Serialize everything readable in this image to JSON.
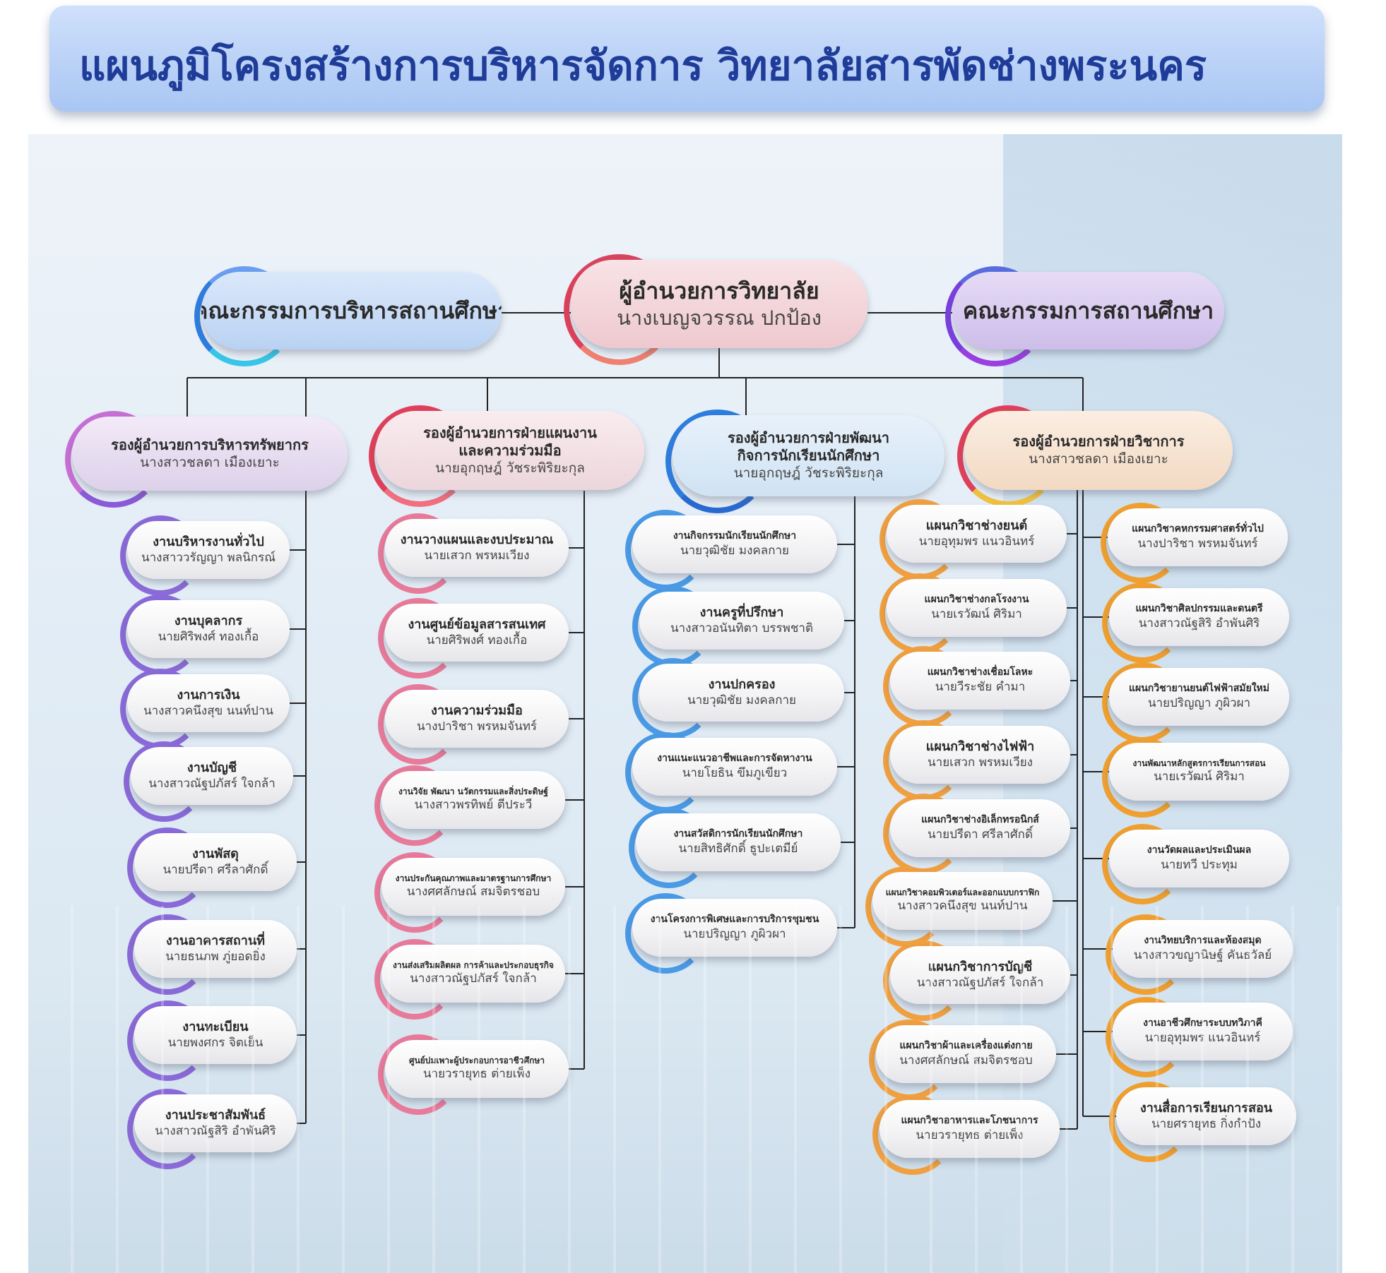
{
  "title": "แผนภูมิโครงสร้างการบริหารจัดการ วิทยาลัยสารพัดช่างพระนคร",
  "top": {
    "left_board": "คณะกรรมการบริหารสถานศึกษา",
    "director_title": "ผู้อำนวยการวิทยาลัย",
    "director_name": "นางเบญจวรรณ  ปกป้อง",
    "right_board": "คณะกรรมการสถานศึกษา"
  },
  "deputies": [
    {
      "title": "รองผู้อำนวยการบริหารทรัพยากร",
      "name": "นางสาวชลดา  เมืองเยาะ"
    },
    {
      "title": "รองผู้อำนวยการฝ่ายแผนงาน\nและความร่วมมือ",
      "name": "นายอุกฤษฎ์  วัชระพิริยะกุล"
    },
    {
      "title": "รองผู้อำนวยการฝ่ายพัฒนา\nกิจการนักเรียนนักศึกษา",
      "name": "นายอุกฤษฎ์  วัชระพิริยะกุล"
    },
    {
      "title": "รองผู้อำนวยการฝ่ายวิชาการ",
      "name": "นางสาวชลดา  เมืองเยาะ"
    }
  ],
  "col1": [
    {
      "title": "งานบริหารงานทั่วไป",
      "name": "นางสาววรัญญา  พลนิกรณ์"
    },
    {
      "title": "งานบุคลากร",
      "name": "นายศิริพงศ์  ทองเกื้อ"
    },
    {
      "title": "งานการเงิน",
      "name": "นางสาวคนึงสุข  นนท์ปาน"
    },
    {
      "title": "งานบัญชี",
      "name": "นางสาวณัฐปภัสร์  ใจกล้า"
    },
    {
      "title": "งานพัสดุ",
      "name": "นายปรีดา  ศรีลาศักดิ์"
    },
    {
      "title": "งานอาคารสถานที่",
      "name": "นายธนภพ  ภู่ยอดยิ่ง"
    },
    {
      "title": "งานทะเบียน",
      "name": "นายพงศกร  จิตเย็น"
    },
    {
      "title": "งานประชาสัมพันธ์",
      "name": "นางสาวณัฐสิริ  อำพันศิริ"
    }
  ],
  "col2": [
    {
      "title": "งานวางแผนและงบประมาณ",
      "name": "นายเสวก  พรหมเวียง"
    },
    {
      "title": "งานศูนย์ข้อมูลสารสนเทศ",
      "name": "นายศิริพงศ์  ทองเกื้อ"
    },
    {
      "title": "งานความร่วมมือ",
      "name": "นางปาริชา  พรหมจันทร์"
    },
    {
      "title": "งานวิจัย พัฒนา นวัตกรรมและสิ่งประดิษฐ์",
      "name": "นางสาวพรทิพย์  ตีประวี"
    },
    {
      "title": "งานประกันคุณภาพและมาตรฐานการศึกษา",
      "name": "นางศศลักษณ์  สมจิตรชอบ"
    },
    {
      "title": "งานส่งเสริมผลิตผล การค้าและประกอบธุรกิจ",
      "name": "นางสาวณัฐปภัสร์  ใจกล้า"
    },
    {
      "title": "ศูนย์บ่มเพาะผู้ประกอบการอาชีวศึกษา",
      "name": "นายวรายุทธ  ต่ายเพ็ง"
    }
  ],
  "col3": [
    {
      "title": "งานกิจกรรมนักเรียนนักศึกษา",
      "name": "นายวุฒิชัย  มงคลกาย"
    },
    {
      "title": "งานครูที่ปรึกษา",
      "name": "นางสาวอนันทิตา  บรรพชาติ"
    },
    {
      "title": "งานปกครอง",
      "name": "นายวุฒิชัย  มงคลกาย"
    },
    {
      "title": "งานแนะแนวอาชีพและการจัดหางาน",
      "name": "นายโยธิน  ขึมภูเขียว"
    },
    {
      "title": "งานสวัสดิการนักเรียนนักศึกษา",
      "name": "นายสิทธิศักดิ์  ธูปะเตมีย์"
    },
    {
      "title": "งานโครงการพิเศษและการบริการชุมชน",
      "name": "นายปริญญา  ภูผิวผา"
    }
  ],
  "col4": [
    {
      "title": "แผนกวิชาช่างยนต์",
      "name": "นายอุทุมพร  แนวอินทร์"
    },
    {
      "title": "แผนกวิชาช่างกลโรงงาน",
      "name": "นายเรวัฒน์  ศิริมา"
    },
    {
      "title": "แผนกวิชาช่างเชื่อมโลหะ",
      "name": "นายวีระชัย  คำมา"
    },
    {
      "title": "แผนกวิชาช่างไฟฟ้า",
      "name": "นายเสวก  พรหมเวียง"
    },
    {
      "title": "แผนกวิชาช่างอิเล็กทรอนิกส์",
      "name": "นายปรีดา  ศรีลาศักดิ์"
    },
    {
      "title": "แผนกวิชาคอมพิวเตอร์และออกแบบกราฟิก",
      "name": "นางสาวคนึงสุข  นนท์ปาน"
    },
    {
      "title": "แผนกวิชาการบัญชี",
      "name": "นางสาวณัฐปภัสร์  ใจกล้า"
    },
    {
      "title": "แผนกวิชาผ้าและเครื่องแต่งกาย",
      "name": "นางศศลักษณ์  สมจิตรชอบ"
    },
    {
      "title": "แผนกวิชาอาหารและโภชนาการ",
      "name": "นายวรายุทธ  ต่ายเพ็ง"
    }
  ],
  "col5": [
    {
      "title": "แผนกวิชาคหกรรมศาสตร์ทั่วไป",
      "name": "นางปาริชา  พรหมจันทร์"
    },
    {
      "title": "แผนกวิชาศิลปกรรมและดนตรี",
      "name": "นางสาวณัฐสิริ  อำพันศิริ"
    },
    {
      "title": "แผนกวิชายานยนต์ไฟฟ้าสมัยใหม่",
      "name": "นายปริญญา  ภูผิวผา"
    },
    {
      "title": "งานพัฒนาหลักสูตรการเรียนการสอน",
      "name": "นายเรวัฒน์  ศิริมา"
    },
    {
      "title": "งานวัดผลและประเมินผล",
      "name": "นายทวี  ประทุม"
    },
    {
      "title": "งานวิทยบริการและห้องสมุด",
      "name": "นางสาวขญานิษฐ์  คันธวัลย์"
    },
    {
      "title": "งานอาชีวศึกษาระบบทวิภาคี",
      "name": "นายอุทุมพร  แนวอินทร์"
    },
    {
      "title": "งานสื่อการเรียนการสอน",
      "name": "นายศรายุทธ  กิ่งกำปัง"
    }
  ],
  "colors": {
    "title_text": "#1f3c99",
    "blue_arc": "#2e7de0",
    "red_arc": "#e0405a",
    "purple_arc": "#7a3fe0",
    "pink_arc": "#c86fd6",
    "orange_arc": "#f0a030",
    "unit_arc": "#9a6bd8",
    "connector": "#222222"
  }
}
